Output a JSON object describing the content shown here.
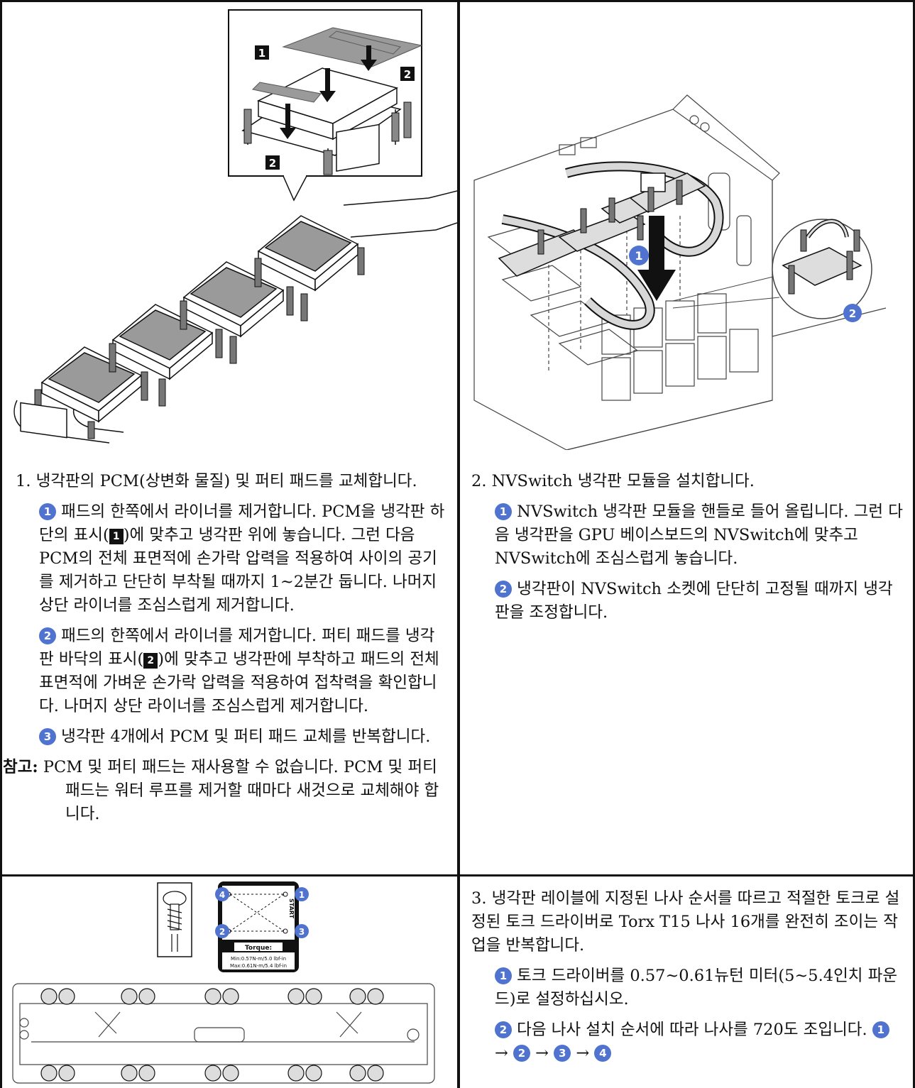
{
  "cell1": {
    "callout_labels": [
      "1",
      "2",
      "2"
    ],
    "step_title": "1. 냉각판의 PCM(상변화 물질) 및 퍼티 패드를 교체합니다.",
    "sub1": {
      "badge": "1",
      "text_a": "패드의 한쪽에서 라이너를 제거합니다. PCM을 냉각판 하단의 표시(",
      "marker": "1",
      "text_b": ")에 맞추고 냉각판 위에 놓습니다. 그런 다음 PCM의 전체 표면적에 손가락 압력을 적용하여 사이의 공기를 제거하고 단단히 부착될 때까지 1~2분간 둡니다. 나머지 상단 라이너를 조심스럽게 제거합니다."
    },
    "sub2": {
      "badge": "2",
      "text_a": "패드의 한쪽에서 라이너를 제거합니다. 퍼티 패드를 냉각판 바닥의 표시(",
      "marker": "2",
      "text_b": ")에 맞추고 냉각판에 부착하고 패드의 전체 표면적에 가벼운 손가락 압력을 적용하여 접착력을 확인합니다. 나머지 상단 라이너를 조심스럽게 제거합니다."
    },
    "sub3": {
      "badge": "3",
      "text": "냉각판 4개에서 PCM 및 퍼티 패드 교체를 반복합니다."
    },
    "note_label": "참고:",
    "note_text": "PCM 및 퍼티 패드는 재사용할 수 없습니다. PCM 및 퍼티 패드는 워터 루프를 제거할 때마다 새것으로 교체해야 합니다."
  },
  "cell2": {
    "callout_labels": [
      "1",
      "2"
    ],
    "step_title": "2. NVSwitch 냉각판 모듈을 설치합니다.",
    "sub1": {
      "badge": "1",
      "text": "NVSwitch 냉각판 모듈을 핸들로 들어 올립니다. 그런 다음 냉각판을 GPU 베이스보드의 NVSwitch에 맞추고 NVSwitch에 조심스럽게 놓습니다."
    },
    "sub2": {
      "badge": "2",
      "text": "냉각판이 NVSwitch 소켓에 단단히 고정될 때까지 냉각판을 조정합니다."
    }
  },
  "cell3": {
    "label_badges": [
      "4",
      "1",
      "2",
      "3"
    ],
    "label_start": "START",
    "torque_title": "Torque:",
    "torque_min": "Min:0.57N-m/5.0 lbf-in",
    "torque_max": "Max:0.61N-m/5.4 lbf-in"
  },
  "cell4": {
    "step_title": "3. 냉각판 레이블에 지정된 나사 순서를 따르고 적절한 토크로 설정된 토크 드라이버로 Torx T15 나사 16개를 완전히 조이는 작업을 반복합니다.",
    "sub1": {
      "badge": "1",
      "text": "토크 드라이버를 0.57~0.61뉴턴 미터(5~5.4인치 파운드)로 설정하십시오."
    },
    "sub2": {
      "badge": "2",
      "text": "다음 나사 설치 순서에 따라 나사를 720도 조입니다.",
      "sequence": [
        "1",
        "2",
        "3",
        "4"
      ],
      "arrow": "→"
    }
  },
  "colors": {
    "badge_blue": "#4f73cf",
    "pad_gray": "#9a9a9a",
    "line": "#111111"
  }
}
